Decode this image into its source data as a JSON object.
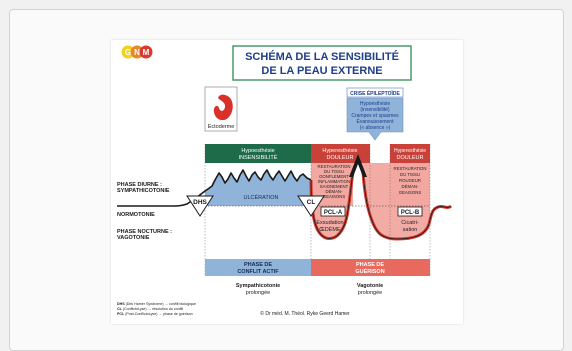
{
  "logo": {
    "letters": [
      "G",
      "N",
      "M"
    ]
  },
  "title": {
    "line1": "SCHÉMA DE LA SENSIBILITÉ",
    "line2": "DE LA PEAU EXTERNE"
  },
  "embryo": {
    "caption": "Ectoderme"
  },
  "crisis": {
    "title": "CRISE ÉPILEPTOÏDE",
    "lines": [
      "Hypoesthésie",
      "(insensibilité)",
      "Crampes et spasmes",
      "Évanouissement",
      "(« absence »)"
    ]
  },
  "top_headers": {
    "left": [
      "Hypoesthésie",
      "INSENSIBILITÉ"
    ],
    "middle": [
      "Hyperesthésie",
      "DOULEUR"
    ],
    "right": [
      "Hyperesthésie",
      "DOULEUR"
    ]
  },
  "body_text": {
    "restoration_a": [
      "RESTAURATION",
      "DU TISSU",
      "GONFLEMENT",
      "INFLAMMATION",
      "SAIGNEMENT",
      "DÉMAN-",
      "GEAISONS"
    ],
    "restoration_b": [
      "RESTAURATION",
      "DU TISSU",
      "ROUGEUR",
      "DÉMAN-",
      "GEAISONS"
    ],
    "ulceration": "ULCÉRATION",
    "exudation": [
      "Exsudation",
      "ŒDÈME"
    ],
    "cicatrisation": [
      "Cicatri-",
      "sation"
    ]
  },
  "labels": {
    "dhs": "DHS",
    "cl": "CL",
    "pcla": "PCL-A",
    "pclb": "PCL-B",
    "phase_diurne": [
      "PHASE DIURNE :",
      "SYMPATHICOTONIE"
    ],
    "normotonie": "NORMOTONIE",
    "phase_nocturne": [
      "PHASE NOCTURNE :",
      "VAGOTONIE"
    ]
  },
  "phases": {
    "active": [
      "PHASE DE",
      "CONFLIT ACTIF"
    ],
    "healing": [
      "PHASE DE",
      "GUÉRISON"
    ],
    "active_sub": [
      "Sympathicotonie",
      "prolongée"
    ],
    "healing_sub": [
      "Vagotonie",
      "prolongée"
    ]
  },
  "footnotes": [
    {
      "abbr": "DHS",
      "text": "(Dirk Hamer Syndrome) → conflit biologique"
    },
    {
      "abbr": "CL",
      "text": "(ConflictoLyse) → résolution du conflit"
    },
    {
      "abbr": "PCL",
      "text": "(Post-ConflictoLyse) → phase de guérison"
    }
  ],
  "credit": "© Dr méd. M. Théol. Ryke Geerd Hamer",
  "colors": {
    "green_header": "#1e6b4a",
    "red_header": "#c8423a",
    "blue_band": "#8fb3d9",
    "pink_band": "#f2a8a0",
    "red_curve": "#cf3b30",
    "curve_dark": "#1a1a1a",
    "title_blue": "#1f3d8a",
    "title_border": "#4a9a6a",
    "crisis_blue": "#8fb3d9"
  }
}
